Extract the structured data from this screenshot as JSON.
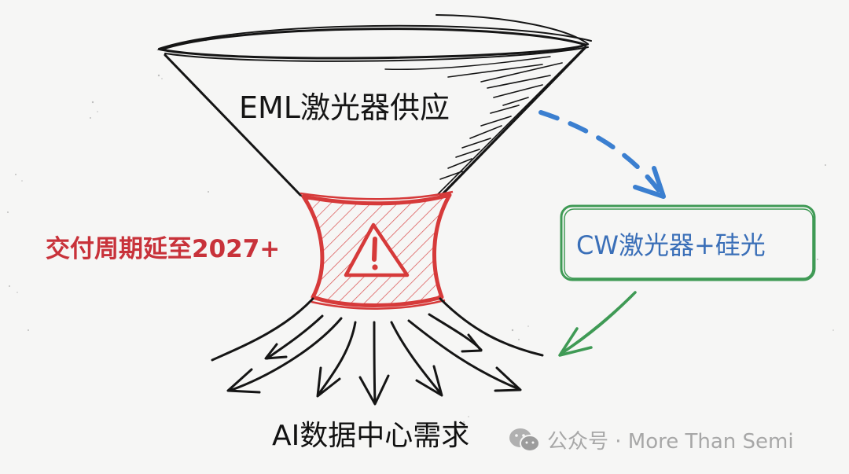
{
  "diagram": {
    "type": "funnel-bottleneck-sketch",
    "funnel_top_label": "EML激光器供应",
    "bottleneck_label": "交付周期延至2027+",
    "bottleneck_icon": "warning-triangle-icon",
    "alternative_label": "CW激光器+硅光",
    "output_label": "AI数据中心需求",
    "output_arrow_count": 7,
    "colors": {
      "background": "#f6f6f5",
      "ink": "#151515",
      "bottleneck_red": "#d63a3a",
      "alternative_text_blue": "#3a6fb8",
      "dashed_arrow_blue": "#3b7fd0",
      "box_green": "#3f9a55",
      "watermark_gray": "#a7a7a7"
    },
    "connections": [
      {
        "from": "EML激光器供应",
        "to": "CW激光器+硅光",
        "style": "dashed",
        "color": "blue"
      },
      {
        "from": "CW激光器+硅光",
        "to": "AI数据中心需求",
        "style": "solid",
        "color": "green"
      }
    ]
  },
  "watermark": {
    "icon": "wechat-icon",
    "text": "公众号 · More Than Semi"
  }
}
